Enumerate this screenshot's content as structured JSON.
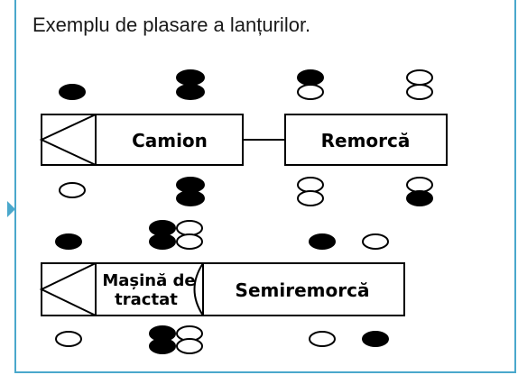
{
  "caption": "Exemplu de plasare a lanțurilor.",
  "diagram": {
    "truck_label": "Camion",
    "trailer_label": "Remorcă",
    "tractor_label_line1": "Mașină de",
    "tractor_label_line2": "tractat",
    "semitrailer_label": "Semiremorcă"
  },
  "colors": {
    "frame": "#4aa8cc",
    "chained_wheel": "#000000",
    "plain_wheel": "#ffffff"
  }
}
